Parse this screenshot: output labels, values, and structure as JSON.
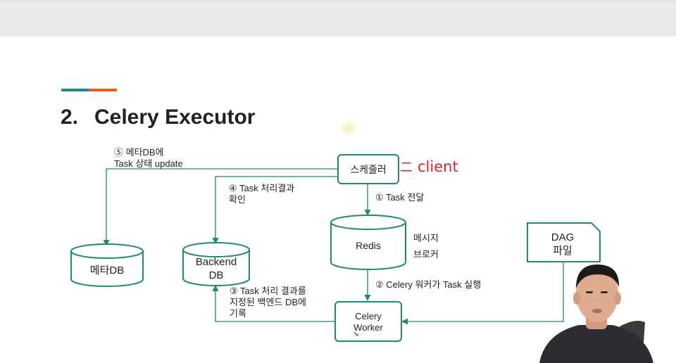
{
  "slide": {
    "section_number": "2.",
    "title": "Celery Executor",
    "accent_colors": [
      "#1e8c82",
      "#e0611e"
    ]
  },
  "diagram": {
    "stroke_color": "#1f8a6e",
    "nodes": {
      "scheduler": "스케줄러",
      "redis": "Redis",
      "meta_db": "메타DB",
      "backend_db_line1": "Backend",
      "backend_db_line2": "DB",
      "celery_worker_line1": "Celery",
      "celery_worker_line2": "Worker",
      "dag_file_line1": "DAG",
      "dag_file_line2": "파일"
    },
    "edges": {
      "step1": "① Task 전달",
      "step2": "② Celery 워커가 Task 실행",
      "step3_line1": "③ Task 처리 결과를",
      "step3_line2": "지정된 백엔드 DB에",
      "step3_line3": "기록",
      "step4_line1": "④ Task 처리결과",
      "step4_line2": "확인",
      "step5_line1": "⑤ 메타DB에",
      "step5_line2": "Task 상태 update"
    },
    "redis_note_line1": "메시지",
    "redis_note_line2": "브로커",
    "handwritten_annotation": {
      "mark": "二",
      "text": "client",
      "color": "#d9232e"
    }
  }
}
